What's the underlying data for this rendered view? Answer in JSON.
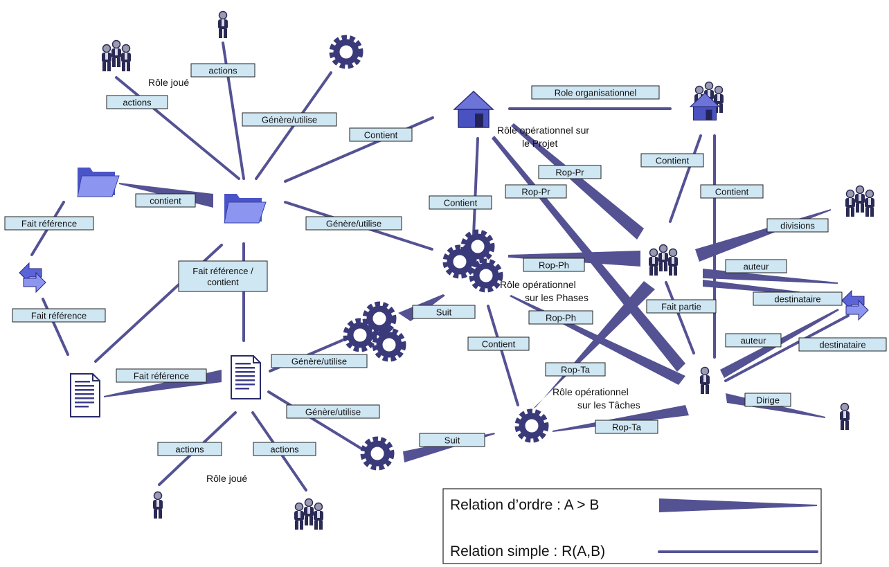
{
  "colors": {
    "line": "#545293",
    "label_fill": "#cfe6f3",
    "label_stroke": "#222222",
    "icon": "#3a3a7a"
  },
  "nodes": {
    "people_group_1": "people-group-icon",
    "person_top": "person-icon",
    "gear_top": "gear-icon",
    "folder_left": "folder-icon",
    "folder_center": "folder-icon",
    "arrows_left": "exchange-arrows-icon",
    "doc_left": "document-icon",
    "doc_center": "document-icon",
    "house": "house-icon",
    "house_people": "organization-icon",
    "gears_center": "gears-group-icon",
    "gears_mid": "gears-group-icon",
    "gear_bottom_left": "gear-icon",
    "gear_bottom_right": "gear-icon",
    "people_group_right": "people-group-icon",
    "people_group_far_right": "people-group-icon",
    "arrows_right": "exchange-arrows-icon",
    "person_right": "person-icon",
    "person_far_right": "person-icon",
    "person_bottom": "person-icon",
    "people_group_bottom": "people-group-icon"
  },
  "labels": {
    "actions_top": "actions",
    "actions_left": "actions",
    "genere_top": "Génère/utilise",
    "contient_top": "Contient",
    "contient_folder": "contient",
    "fait_ref_1": "Fait référence",
    "fait_ref_2": "Fait référence",
    "fait_ref_contient": "Fait référence /\ncontient",
    "fait_ref_3": "Fait référence",
    "genere_center": "Génère/utilise",
    "genere_doc": "Génère/utilise",
    "genere_doc2": "Génère/utilise",
    "actions_bottom_1": "actions",
    "actions_bottom_2": "actions",
    "suit_1": "Suit",
    "suit_2": "Suit",
    "contient_mid": "Contient",
    "contient_mid2": "Contient",
    "role_org": "Role organisationnel",
    "contient_r1": "Contient",
    "contient_r2": "Contient",
    "rop_pr_1": "Rop-Pr",
    "rop_pr_2": "Rop-Pr",
    "rop_ph_1": "Rop-Ph",
    "rop_ph_2": "Rop-Ph",
    "rop_ta_1": "Rop-Ta",
    "rop_ta_2": "Rop-Ta",
    "divisions": "divisions",
    "auteur_1": "auteur",
    "auteur_2": "auteur",
    "destinataire_1": "destinataire",
    "destinataire_2": "destinataire",
    "fait_partie": "Fait partie",
    "dirige": "Dirige"
  },
  "texts": {
    "role_joue_top": "Rôle joué",
    "role_joue_bottom": "Rôle joué",
    "role_projet": "Rôle opérationnel sur\nle Projet",
    "role_phases": "Rôle opérationnel\nsur les Phases",
    "role_taches": "Rôle opérationnel\nsur les Tâches"
  },
  "legend": {
    "order": "Relation d’ordre : A > B",
    "simple": "Relation simple : R(A,B)"
  }
}
